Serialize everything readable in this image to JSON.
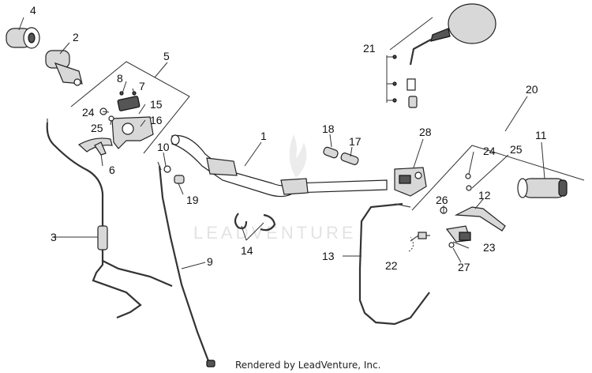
{
  "watermark": "LEADVENTURE",
  "credit": "Rendered by LeadVenture, Inc.",
  "callouts": {
    "c1": "1",
    "c2": "2",
    "c3": "3",
    "c4": "4",
    "c5": "5",
    "c6": "6",
    "c7": "7",
    "c8": "8",
    "c9": "9",
    "c10": "10",
    "c11": "11",
    "c12": "12",
    "c13": "13",
    "c14": "14",
    "c15": "15",
    "c16": "16",
    "c17": "17",
    "c18": "18",
    "c19": "19",
    "c20": "20",
    "c21": "21",
    "c22": "22",
    "c23": "23",
    "c24a": "24",
    "c24b": "24",
    "c25a": "25",
    "c25b": "25",
    "c26": "26",
    "c27": "27",
    "c28": "28"
  }
}
